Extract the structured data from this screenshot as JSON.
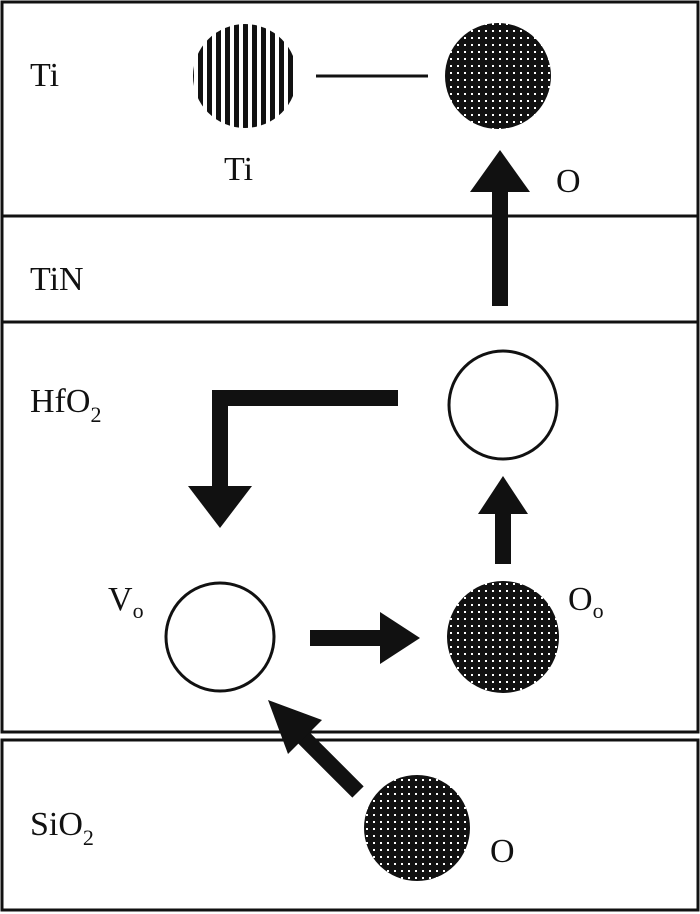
{
  "layers": {
    "ti": {
      "label": "Ti"
    },
    "tin": {
      "label": "TiN"
    },
    "hfo2": {
      "label_main": "HfO",
      "label_sub": "2"
    },
    "sio2": {
      "label_main": "SiO",
      "label_sub": "2"
    }
  },
  "atoms": {
    "ti_atom": {
      "label": "Ti"
    },
    "o_in_ti": {
      "label": "O"
    },
    "vacancy": {
      "label_main": "V",
      "label_sub": "o"
    },
    "lattice_oxygen": {
      "label_main": "O",
      "label_sub": "o"
    },
    "o_in_sio2": {
      "label": "O"
    }
  },
  "colors": {
    "ink": "#111111",
    "background": "#ffffff"
  }
}
